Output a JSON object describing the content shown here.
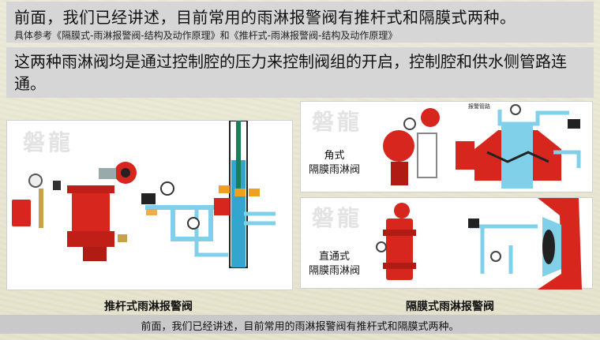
{
  "header": {
    "title": "前面，我们已经讲述，目前常用的雨淋报警阀有推杆式和隔膜式两种。",
    "reference": "具体参考《隔膜式-雨淋报警阀-结构及动作原理》和《推杆式-雨淋报警阀-结构及动作原理》"
  },
  "intro": {
    "text": "这两种雨淋阀均是通过控制腔的压力来控制阀组的开启，控制腔和供水侧管路连通。"
  },
  "panels": {
    "left_caption": "推杆式雨淋报警阀",
    "right_caption": "隔膜式雨淋报警阀",
    "angle_label_1": "角式",
    "angle_label_2": "隔膜雨淋阀",
    "straight_label_1": "直通式",
    "straight_label_2": "隔膜雨淋阀",
    "brand_watermark": "磐龍",
    "tr_pipe_tag": "报警管路"
  },
  "footer": {
    "subtitle": "前面，我们已经讲述，目前常用的雨淋报警阀有推杆式和隔膜式两种。"
  },
  "colors": {
    "valve_red": "#d7261e",
    "pipe_cyan": "#7fd0e8",
    "pipe_cyan_dark": "#33a6cf",
    "bar_gray": "#d6d6d6"
  }
}
